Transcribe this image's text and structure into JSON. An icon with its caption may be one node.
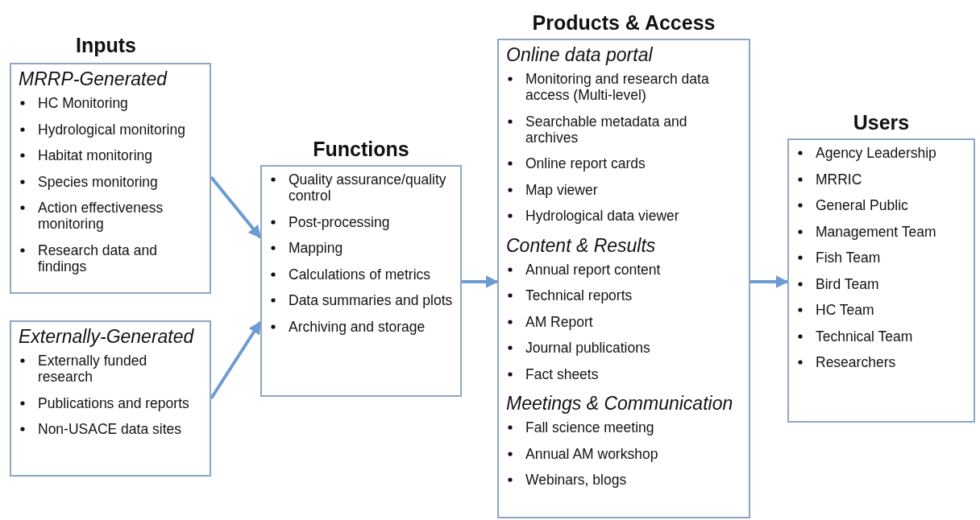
{
  "diagram": {
    "nodes": [
      {
        "text": [
          "MRRP-Generated",
          "HC Monitoring",
          "Hydrological monitoring",
          "Habitat monitoring",
          "Species monitoring",
          "Action effectiveness monitoring",
          "Research data and findings"
        ]
      },
      {
        "text": [
          "Externally-Generated",
          "Externally funded research",
          "Publications and reports",
          "Non-USACE data sites"
        ]
      },
      {
        "text": [
          "Functions",
          "Quality assurance/quality control",
          "Post-processing",
          "Mapping",
          "Calculations of metrics",
          "Data summaries and plots",
          "Archiving and storage"
        ]
      },
      {
        "text": [
          "Products & Access",
          "Online data portal",
          "Monitoring and research data access (Multi-level)",
          "Searchable metadata and archives",
          "Online report cards",
          "Map viewer",
          "Hydrological data viewer",
          "Content & Results",
          "Annual report content",
          "Technical reports",
          "AM Report",
          "Journal publications",
          "Fact sheets",
          "Meetings & Communication",
          "Fall science meeting",
          "Annual AM workshop",
          "Webinars, blogs"
        ]
      },
      {
        "text": [
          "Users",
          "Agency Leadership",
          "MRRIC",
          "General Public",
          "Management Team",
          "Fish Team",
          "Bird Team",
          "HC Team",
          "Technical Team",
          "Researchers"
        ]
      }
    ],
    "edges": [
      {
        "from": 0,
        "to": 2,
        "arrow": "to"
      },
      {
        "from": 1,
        "to": 2,
        "arrow": "to"
      },
      {
        "from": 2,
        "to": 3,
        "arrow": "to"
      },
      {
        "from": 3,
        "to": 4,
        "arrow": "to"
      }
    ],
    "labels": [
      "Inputs"
    ]
  }
}
